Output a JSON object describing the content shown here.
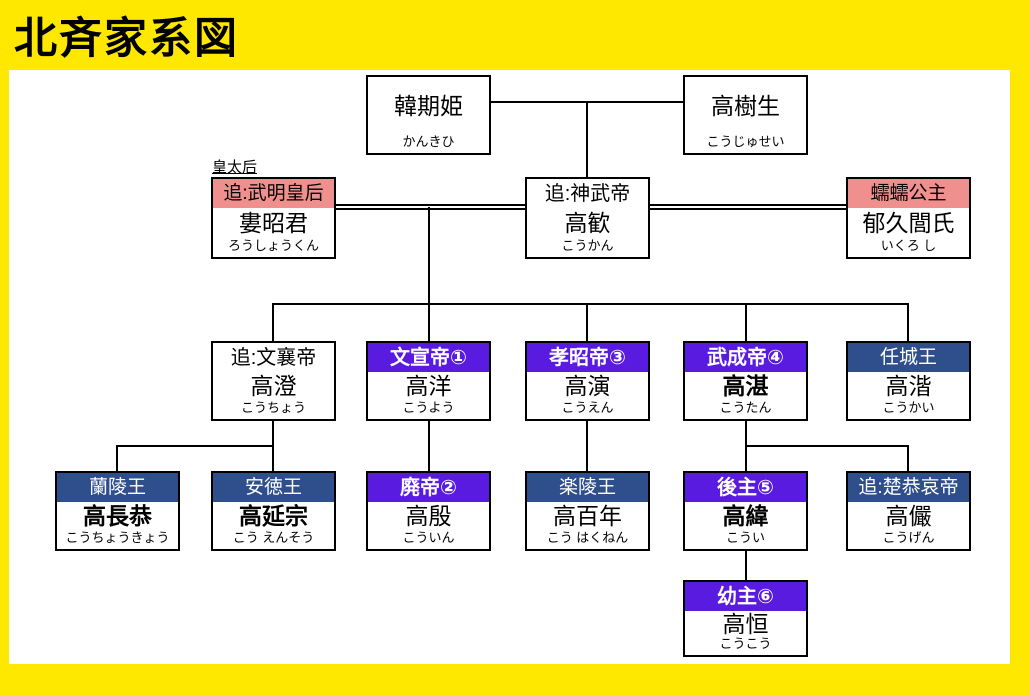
{
  "title": "北斉家系図",
  "colors": {
    "background": "#FFE800",
    "canvas": "#FFFFFF",
    "emperor": "#5A1BE0",
    "prince": "#2F4E8C",
    "consort": "#F0908E",
    "line": "#000000"
  },
  "annotation": {
    "empress_dowager": "皇太后"
  },
  "nodes": [
    {
      "name": "韓期姫",
      "reading": "かんきひ"
    },
    {
      "name": "高樹生",
      "reading": "こうじゅせい"
    },
    {
      "title": "追:武明皇后",
      "name": "婁昭君",
      "reading": "ろうしょうくん"
    },
    {
      "title": "追:神武帝",
      "name": "高歓",
      "reading": "こうかん"
    },
    {
      "title": "蠕蠕公主",
      "name": "郁久閭氏",
      "reading": "いくろ し"
    },
    {
      "title": "追:文襄帝",
      "name": "高澄",
      "reading": "こうちょう"
    },
    {
      "title": "文宣帝①",
      "name": "高洋",
      "reading": "こうよう"
    },
    {
      "title": "孝昭帝③",
      "name": "高演",
      "reading": "こうえん"
    },
    {
      "title": "武成帝④",
      "name": "高湛",
      "reading": "こうたん"
    },
    {
      "title": "任城王",
      "name": "高湝",
      "reading": "こうかい"
    },
    {
      "title": "蘭陵王",
      "name": "高長恭",
      "reading": "こうちょうきょう"
    },
    {
      "title": "安徳王",
      "name": "高延宗",
      "reading": "こう えんそう"
    },
    {
      "title": "廃帝②",
      "name": "高殷",
      "reading": "こういん"
    },
    {
      "title": "楽陵王",
      "name": "高百年",
      "reading": "こう はくねん"
    },
    {
      "title": "後主⑤",
      "name": "高緯",
      "reading": "こうい"
    },
    {
      "title": "追:楚恭哀帝",
      "name": "高儼",
      "reading": "こうげん"
    },
    {
      "title": "幼主⑥",
      "name": "高恒",
      "reading": "こうこう"
    }
  ]
}
